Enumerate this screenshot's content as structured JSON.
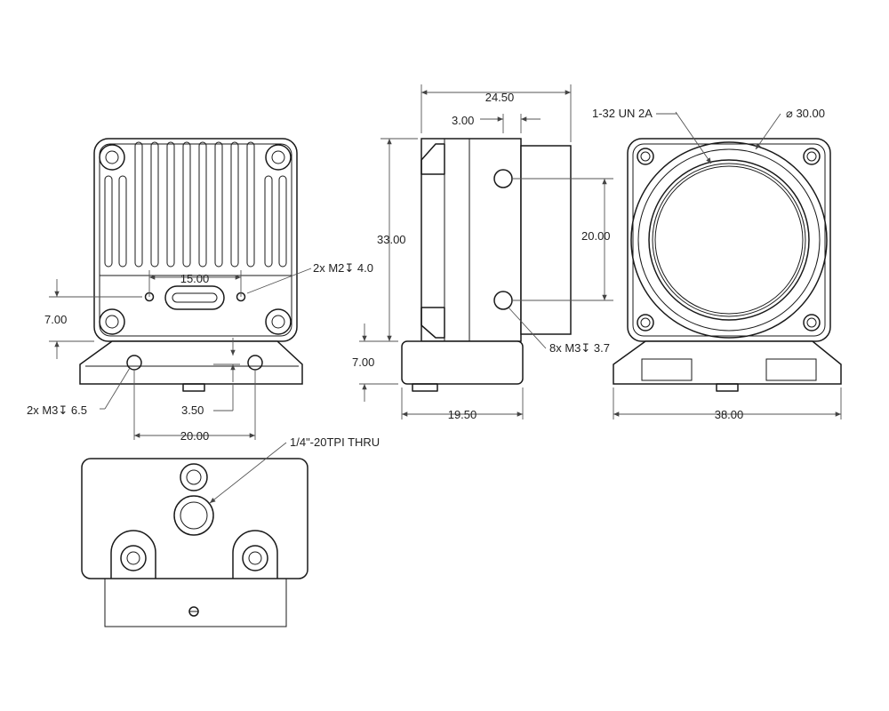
{
  "dimensions": {
    "front_mount_width": "15.00",
    "m2_holes": "2x M2↧ 4.0",
    "front_base_offset": "7.00",
    "m3_base_holes": "2x M3↧ 6.5",
    "pin_offset": "3.50",
    "base_hole_spacing": "20.00",
    "tripod_thread": "1/4\"-20TPI THRU",
    "side_depth": "24.50",
    "side_flange": "3.00",
    "side_height": "33.00",
    "side_hole_spacing": "20.00",
    "side_base_offset": "7.00",
    "side_base_depth": "19.50",
    "m3_side_holes": "8x M3↧ 3.7",
    "lens_thread": "1-32 UN 2A",
    "lens_diameter": "⌀ 30.00",
    "rear_width": "38.00"
  }
}
